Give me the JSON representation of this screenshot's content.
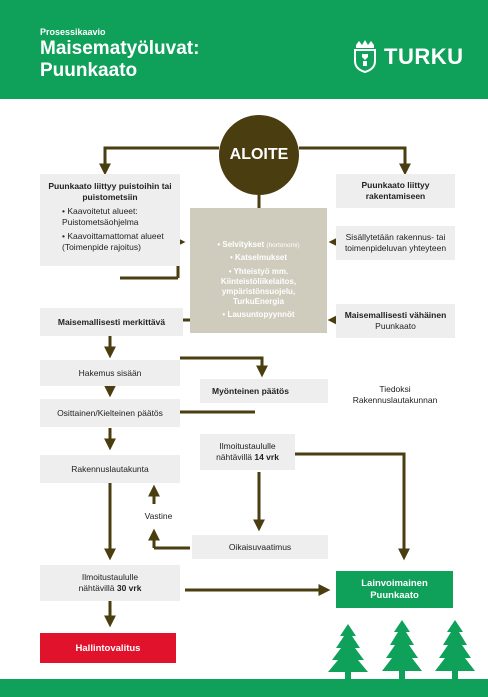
{
  "header": {
    "kicker": "Prosessikaavio",
    "title_line1": "Maisematyöluvat:",
    "title_line2": "Puunkaato",
    "logo_text": "TURKU"
  },
  "start": {
    "label": "ALOITE"
  },
  "left_top": {
    "heading": "Puunkaato liittyy puistoihin tai puistometsiin",
    "item1": "• Kaavoitetut alueet: Puistometsäohjelma",
    "item2": "• Kaavoittamattomat alueet (Toimenpide rajoitus)"
  },
  "right_top": {
    "heading": "Puunkaato liittyy rakentamiseen"
  },
  "right_mid": {
    "text": "Sisällytetään rakennus- tai toimenpideluvan yhteyteen"
  },
  "center_gray": {
    "item1": "• Selvitykset",
    "item1_note": "(hortonomi)",
    "item2": "• Katselmukset",
    "item3": "• Yhteistyö mm. Kiinteistöliikelaitos, ympäristönsuojelu, TurkuEnergia",
    "item4": "• Lausuntopyynnöt"
  },
  "left_significant": {
    "text": "Maisemallisesti merkittävä"
  },
  "right_minor": {
    "heading": "Maisemallisesti vähäinen",
    "sub": "Puunkaato"
  },
  "application": {
    "text": "Hakemus sisään"
  },
  "positive": {
    "text": "Myönteinen päätös"
  },
  "notify": {
    "line1": "Tiedoksi",
    "line2": "Rakennuslautakunnan"
  },
  "partial": {
    "text": "Osittainen/Kielteinen päätös"
  },
  "board14": {
    "line1": "Ilmoitustaululle",
    "line2_pre": "nähtävillä ",
    "line2_bold": "14 vrk"
  },
  "committee": {
    "text": "Rakennuslautakunta"
  },
  "reply": {
    "text": "Vastine"
  },
  "rectification": {
    "text": "Oikaisuvaatimus"
  },
  "board30": {
    "line1": "Ilmoitustaululle",
    "line2_pre": "nähtävillä ",
    "line2_bold": "30 vrk"
  },
  "final": {
    "line1": "Lainvoimainen",
    "line2": "Puunkaato"
  },
  "appeal": {
    "text": "Hallintovalitus"
  },
  "colors": {
    "brand_green": "#0fa05a",
    "arrow_brown": "#4a3d10",
    "box_gray": "#eeeeee",
    "center_gray": "#cfcbbd",
    "appeal_red": "#e1122b"
  }
}
